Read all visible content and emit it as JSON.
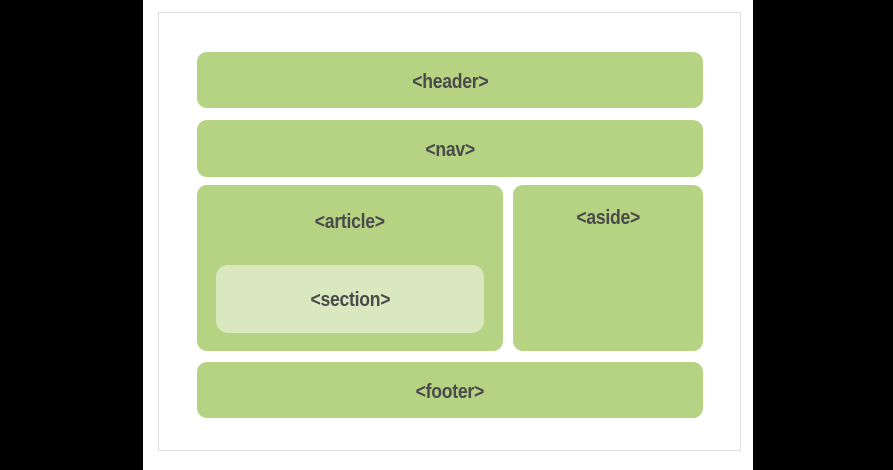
{
  "diagram": {
    "boxes": {
      "header": {
        "label": "<header>"
      },
      "nav": {
        "label": "<nav>"
      },
      "article": {
        "label": "<article>"
      },
      "section": {
        "label": "<section>"
      },
      "aside": {
        "label": "<aside>"
      },
      "footer": {
        "label": "<footer>"
      }
    },
    "colors": {
      "outer_bg": "#000000",
      "page_bg": "#ffffff",
      "card_border": "#e0e0e0",
      "box_green": "#b6d283",
      "section_green": "#d9e8bf",
      "label_text": "#4a4a4a"
    }
  }
}
